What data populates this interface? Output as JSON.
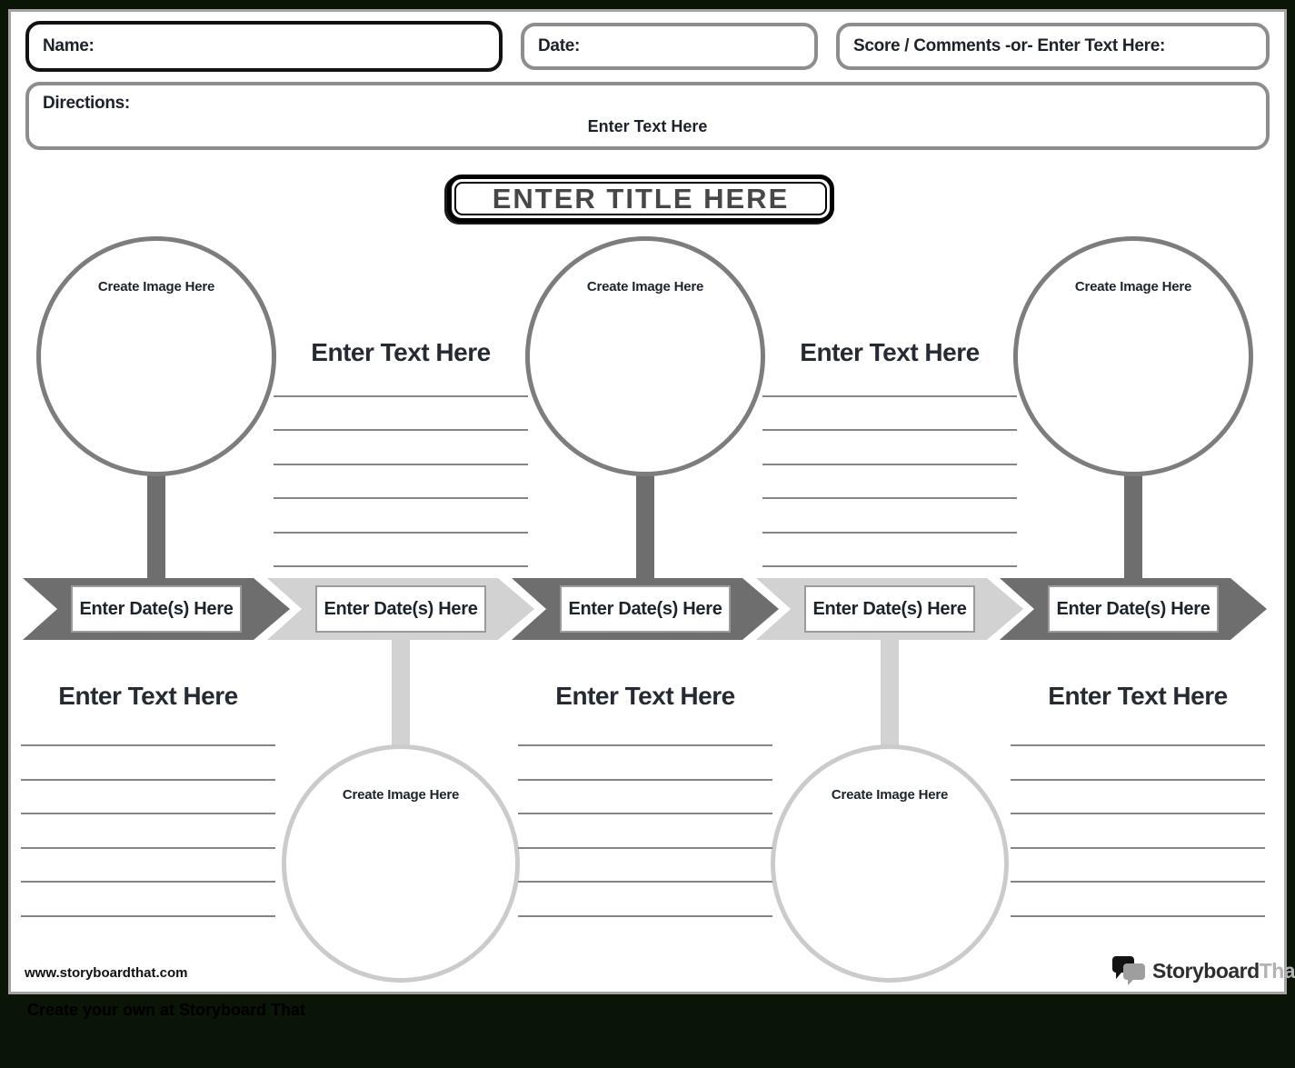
{
  "header": {
    "name_label": "Name:",
    "date_label": "Date:",
    "score_label": "Score / Comments -or- Enter Text Here:",
    "directions_label": "Directions:",
    "directions_text": "Enter Text Here"
  },
  "title": {
    "text": "ENTER TITLE HERE"
  },
  "columns": [
    {
      "above": {
        "type": "image",
        "label": "Create Image Here"
      },
      "date_label": "Enter Date(s) Here",
      "below": {
        "type": "text",
        "heading": "Enter Text Here",
        "line_count": 6
      }
    },
    {
      "above": {
        "type": "text",
        "heading": "Enter Text Here",
        "line_count": 6
      },
      "date_label": "Enter Date(s) Here",
      "below": {
        "type": "image",
        "label": "Create Image Here"
      }
    },
    {
      "above": {
        "type": "image",
        "label": "Create Image Here"
      },
      "date_label": "Enter Date(s) Here",
      "below": {
        "type": "text",
        "heading": "Enter Text Here",
        "line_count": 6
      }
    },
    {
      "above": {
        "type": "text",
        "heading": "Enter Text Here",
        "line_count": 6
      },
      "date_label": "Enter Date(s) Here",
      "below": {
        "type": "image",
        "label": "Create Image Here"
      }
    },
    {
      "above": {
        "type": "image",
        "label": "Create Image Here"
      },
      "date_label": "Enter Date(s) Here",
      "below": {
        "type": "text",
        "heading": "Enter Text Here",
        "line_count": 6
      }
    }
  ],
  "timeline": {
    "segment_shades": [
      "dark",
      "light",
      "dark",
      "light",
      "dark"
    ],
    "dark_color": "#6e6e6e",
    "light_color": "#d2d2d2"
  },
  "footer": {
    "website": "www.storyboardthat.com",
    "tagline": "Create your own at Storyboard That",
    "logo": {
      "primary": "Storyboard",
      "secondary": "That"
    }
  },
  "colors": {
    "page_background": "#ffffff",
    "frame_background": "#0a1407",
    "top_circle_border": "#7d7d7d",
    "bottom_circle_border": "#cbcbcb",
    "rule_line": "#858585"
  }
}
